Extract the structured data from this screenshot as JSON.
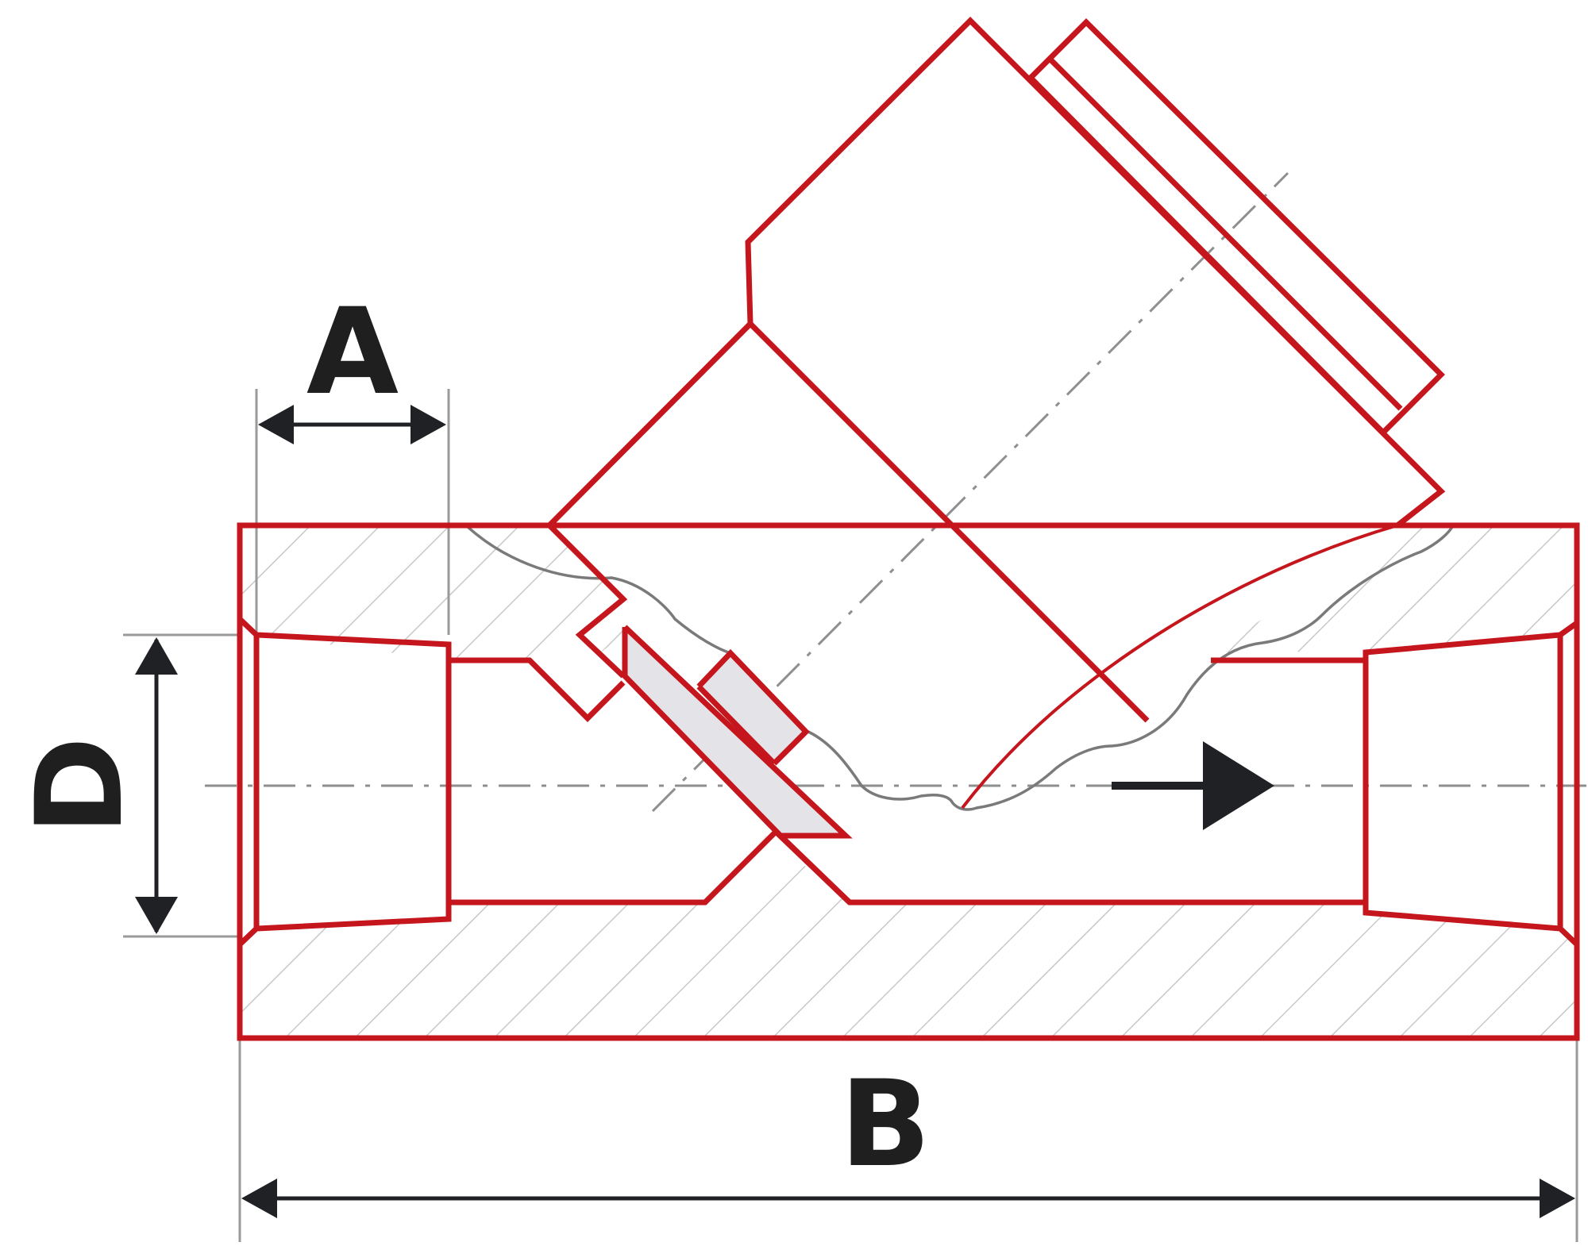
{
  "labels": {
    "a": "A",
    "b": "B",
    "d": "D"
  },
  "colors": {
    "outline": "#c4161c",
    "dimension": "#1f2124",
    "extension_line": "#9a9a9a",
    "hatch": "#c8c8c8",
    "centerline": "#8f8f8f",
    "break_line": "#7a7a7a",
    "screen_fill": "#e4e4e8",
    "background": "#ffffff"
  },
  "icons": {
    "flow": "flow-direction-arrow-icon"
  }
}
